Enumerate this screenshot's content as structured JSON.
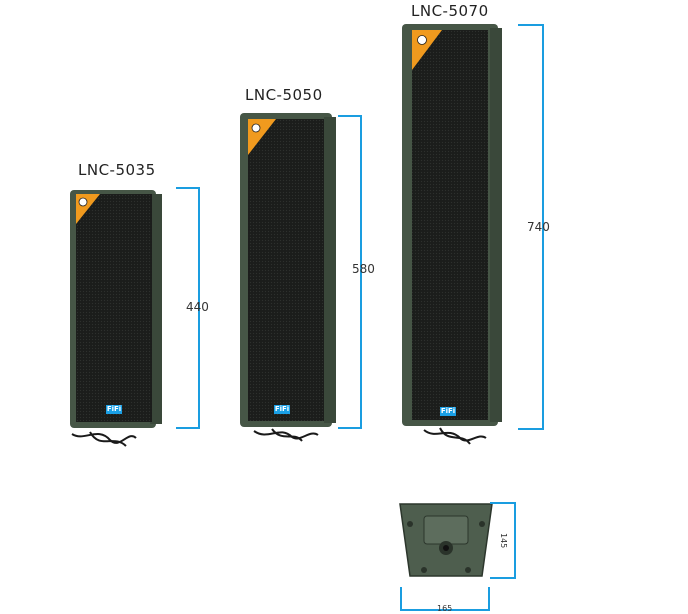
{
  "speakers": [
    {
      "model": "LNC-5035",
      "height_label": "440",
      "badge": "FiFi"
    },
    {
      "model": "LNC-5050",
      "height_label": "580",
      "badge": "FiFi"
    },
    {
      "model": "LNC-5070",
      "height_label": "740",
      "badge": "FiFi"
    }
  ],
  "base_view": {
    "depth_label": "145",
    "width_label": "165"
  },
  "colors": {
    "dimension_line": "#1a9de0",
    "badge": "#1aa0e6",
    "cabinet": "#4a5a4a",
    "grille": "#1c1e1c",
    "label": "#f2a020"
  }
}
